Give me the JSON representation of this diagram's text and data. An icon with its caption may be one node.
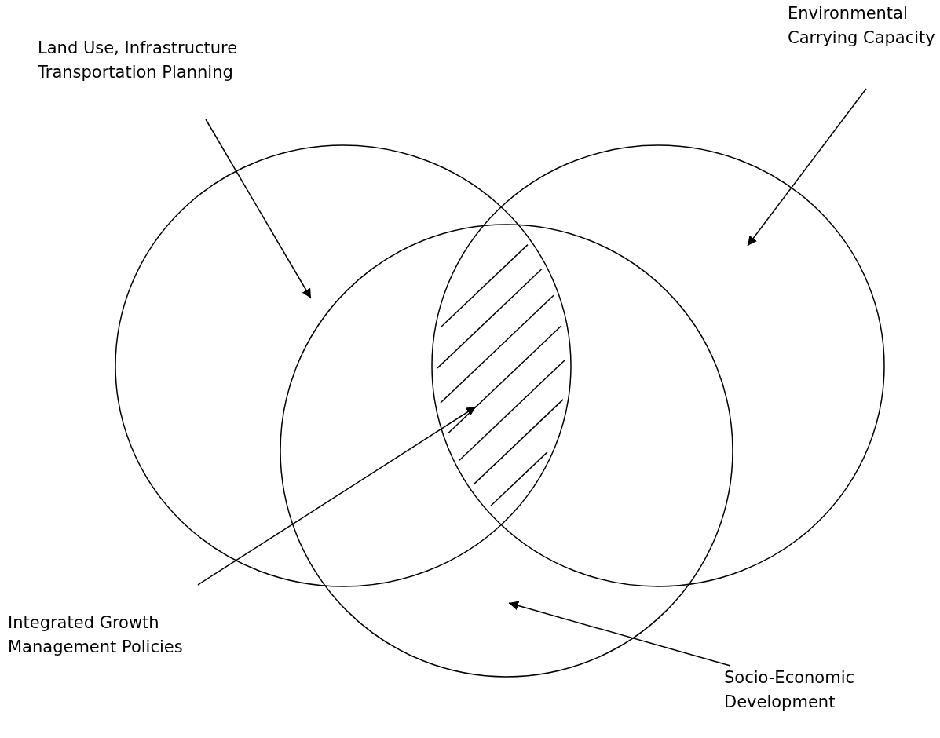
{
  "diagram": {
    "nodes": [
      {
        "text": [
          "Land Use, Infrastructure Transportation Planning"
        ]
      },
      {
        "text": [
          "Environmental Carrying Capacity"
        ]
      },
      {
        "text": [],
        "shape": "circle"
      },
      {
        "text": [],
        "shape": "circle"
      },
      {
        "text": [],
        "shape": "circle"
      },
      {
        "text": [],
        "shape": "lens"
      },
      {
        "text": [
          "Integrated Growth Management Policies"
        ]
      },
      {
        "text": [
          "Socio-Economic Development"
        ]
      }
    ],
    "edges": [
      {
        "from": 0,
        "to": 2,
        "arrow": "to"
      },
      {
        "from": 1,
        "to": 3,
        "arrow": "to"
      },
      {
        "from": 6,
        "to": 5,
        "arrow": "to"
      },
      {
        "from": 7,
        "to": 4,
        "arrow": "to"
      }
    ]
  }
}
